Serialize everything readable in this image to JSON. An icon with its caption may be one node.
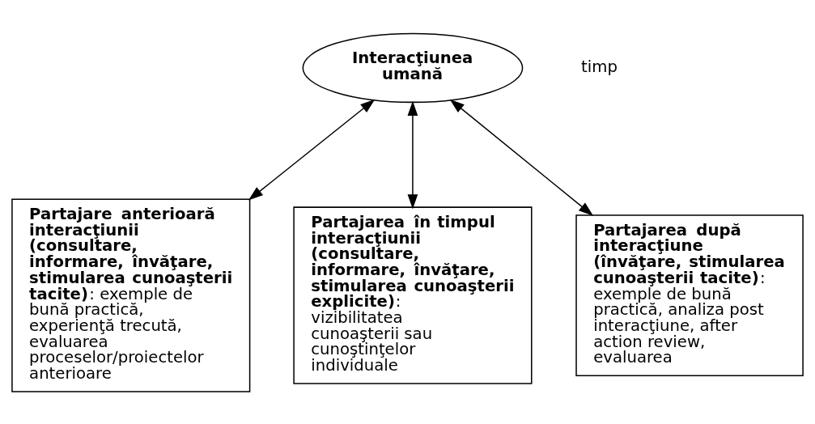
{
  "diagram": {
    "nodes": [
      {
        "text": [
          "Interacţiunea umană"
        ]
      },
      {
        "text": [
          "**Partajare anterioară interacţiunii (consultare, informare, învăţare, stimularea cunoaşterii tacite)**: exemple de bună practică, experienţă trecută, evaluarea proceselor/proiectelor anterioare"
        ]
      },
      {
        "text": [
          "**Partajarea în timpul interacţiunii (consultare, informare, învăţare, stimularea cunoaşterii explicite)**: vizibilitatea cunoaşterii sau cunoştinţelor individuale"
        ]
      },
      {
        "text": [
          "**Partajarea după interacţiune (învăţare, stimularea cunoaşterii tacite)**: exemple de bună practică, analiza post interacţiune, after action review, evaluarea"
        ]
      }
    ],
    "edges": [
      {
        "from": 0,
        "to": 1,
        "arrow": "both"
      },
      {
        "from": 0,
        "to": 2,
        "arrow": "both"
      },
      {
        "from": 0,
        "to": 3,
        "arrow": "both"
      }
    ],
    "labels": [
      "timp"
    ]
  }
}
